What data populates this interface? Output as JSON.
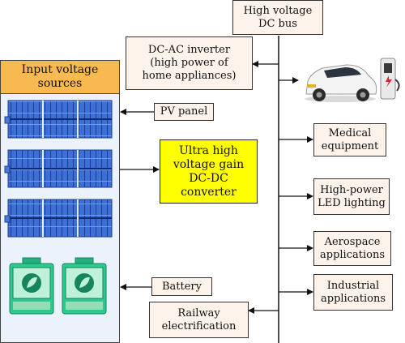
{
  "bus": {
    "label": "High voltage\nDC bus"
  },
  "sources": {
    "header": "Input voltage\nsources"
  },
  "converter": {
    "label": "Ultra high\nvoltage gain\nDC-DC\nconverter"
  },
  "inputs": {
    "pv": "PV panel",
    "battery": "Battery"
  },
  "loads": {
    "inverter": "DC-AC inverter\n(high power of\nhome appliances)",
    "railway": "Railway\nelectrification",
    "medical": "Medical\nequipment",
    "led": "High-power\nLED lighting",
    "aerospace": "Aerospace\napplications",
    "industrial": "Industrial\napplications"
  },
  "colors": {
    "header": "#f7b950",
    "converter": "#ffff00",
    "panel": "#ebf2fb",
    "box": "#fdf3ea",
    "pv_cell": "#3d6fd6",
    "battery": "#2ec98f"
  }
}
